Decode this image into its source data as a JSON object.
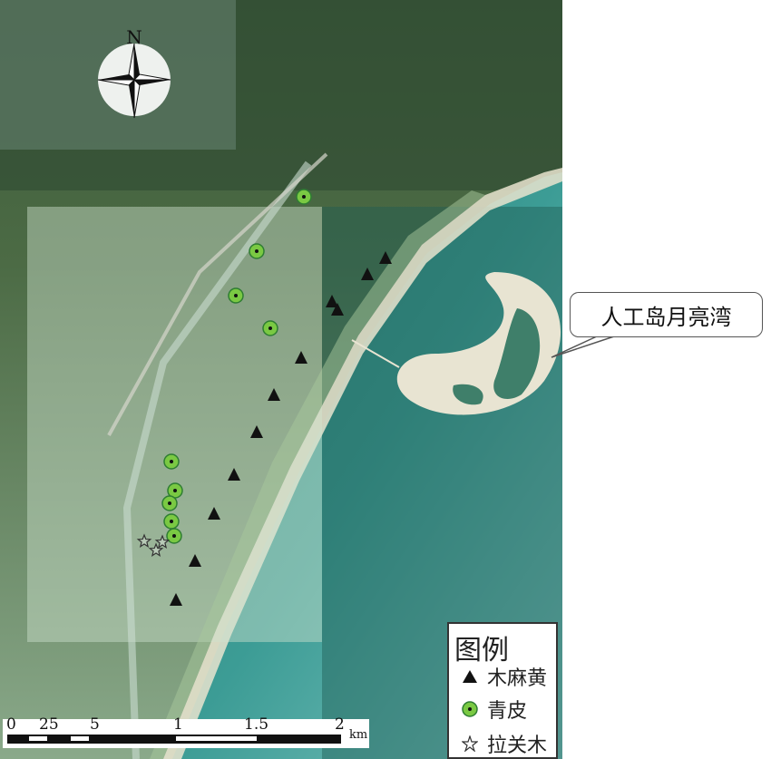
{
  "map": {
    "north_label": "N",
    "callout_label": "人工岛月亮湾",
    "colors": {
      "triangle": "#111111",
      "circle_fill": "#7ac943",
      "circle_ring": "#2e7d32",
      "star": "#333333"
    }
  },
  "legend": {
    "title": "图例",
    "items": [
      {
        "label": "木麻黄",
        "icon": "triangle-icon"
      },
      {
        "label": "青皮",
        "icon": "green-circle-icon"
      },
      {
        "label": "拉关木",
        "icon": "star-icon"
      }
    ]
  },
  "scale_bar": {
    "ticks": [
      "0",
      "25",
      "5",
      "1",
      "1.5",
      "2"
    ],
    "unit": "km"
  }
}
